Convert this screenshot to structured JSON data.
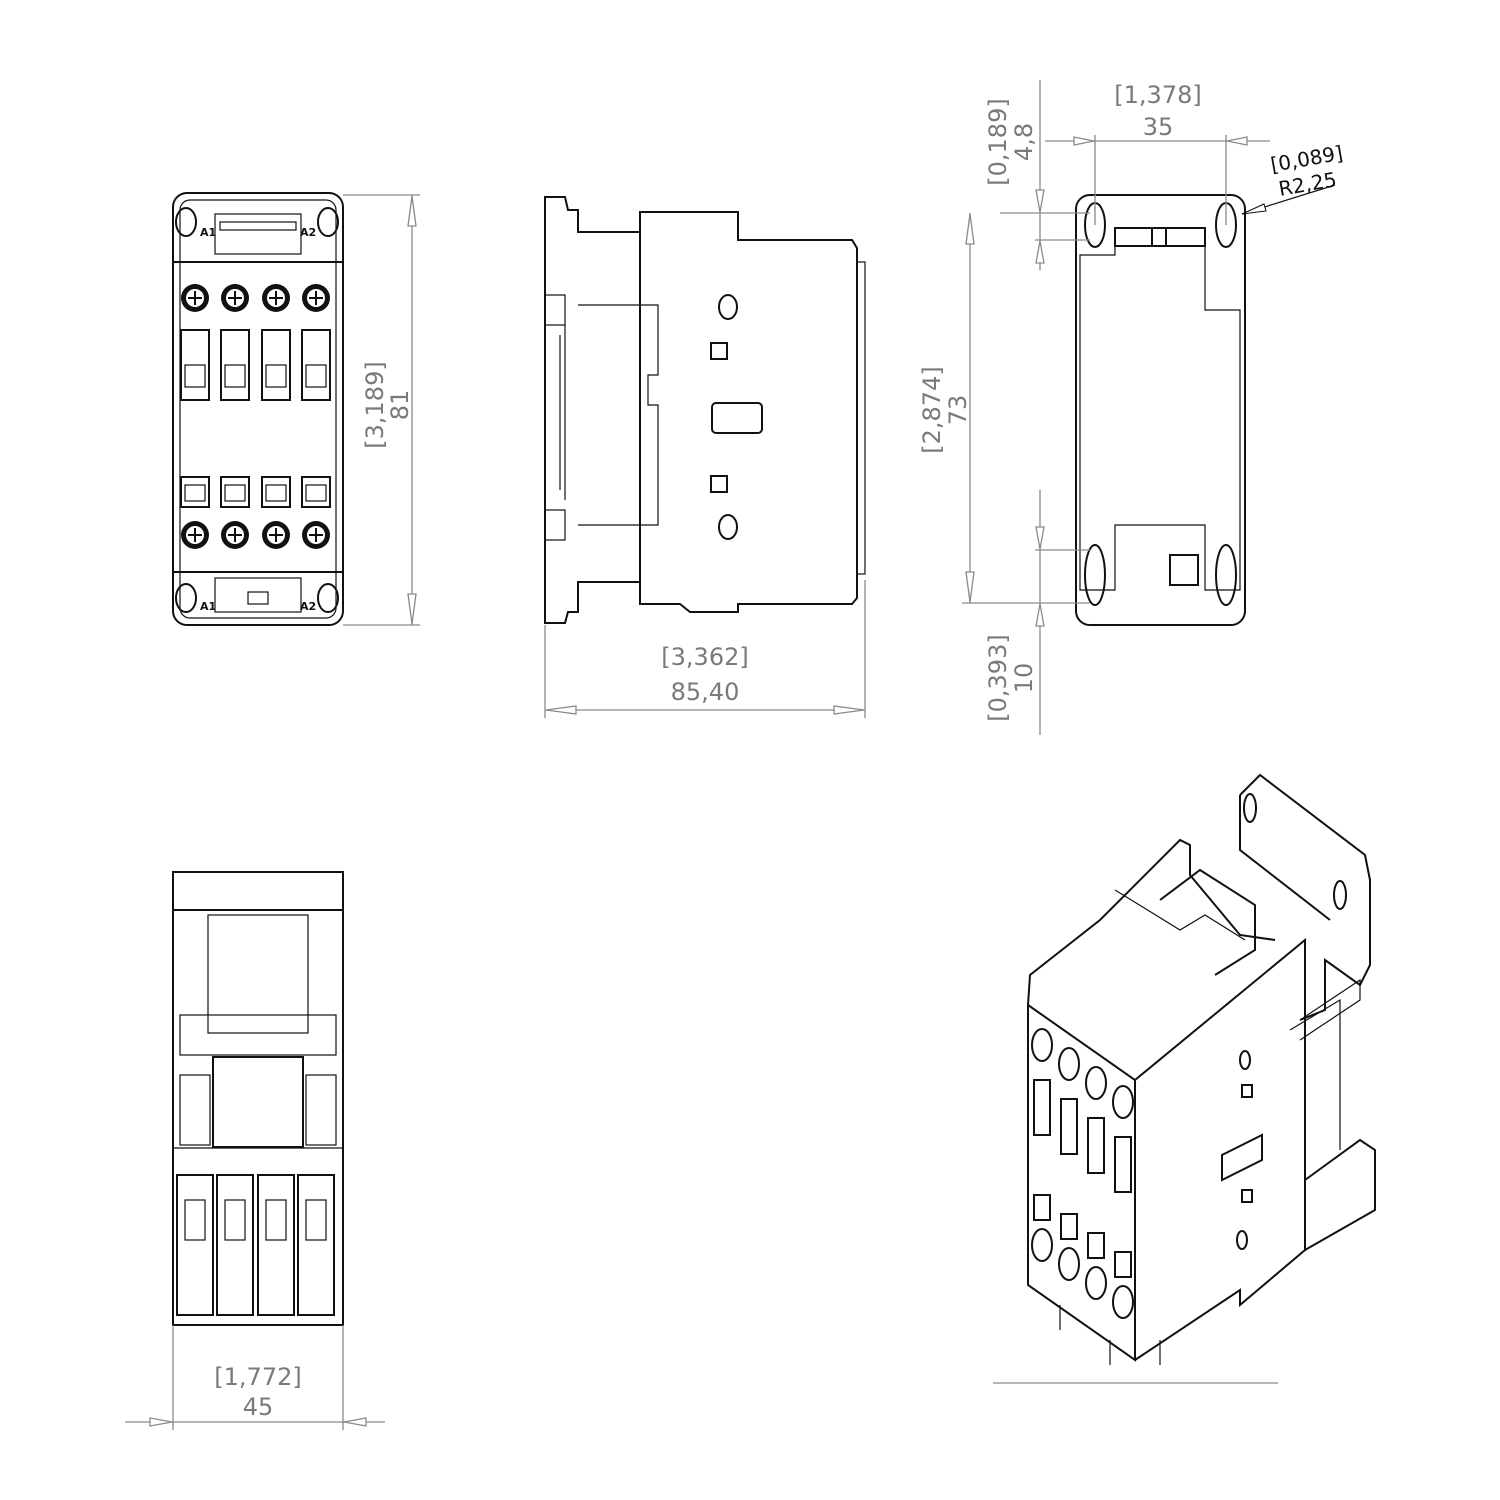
{
  "front_view": {
    "height_in": "[3,189]",
    "height_mm": "81",
    "terminal_labels": [
      "A1",
      "A2"
    ]
  },
  "side_view": {
    "depth_in": "[3,362]",
    "depth_mm": "85,40"
  },
  "back_view": {
    "hole_spacing_in": "[1,378]",
    "hole_spacing_mm": "35",
    "top_offset_in": "[0,189]",
    "top_offset_mm": "4,8",
    "radius_in": "[0,089]",
    "radius_mm": "R2,25",
    "vertical_spacing_in": "[2,874]",
    "vertical_spacing_mm": "73",
    "bottom_offset_in": "[0,393]",
    "bottom_offset_mm": "10"
  },
  "bottom_view": {
    "width_in": "[1,772]",
    "width_mm": "45"
  },
  "colors": {
    "line": "#111111",
    "dimension": "#7a7a7a"
  }
}
